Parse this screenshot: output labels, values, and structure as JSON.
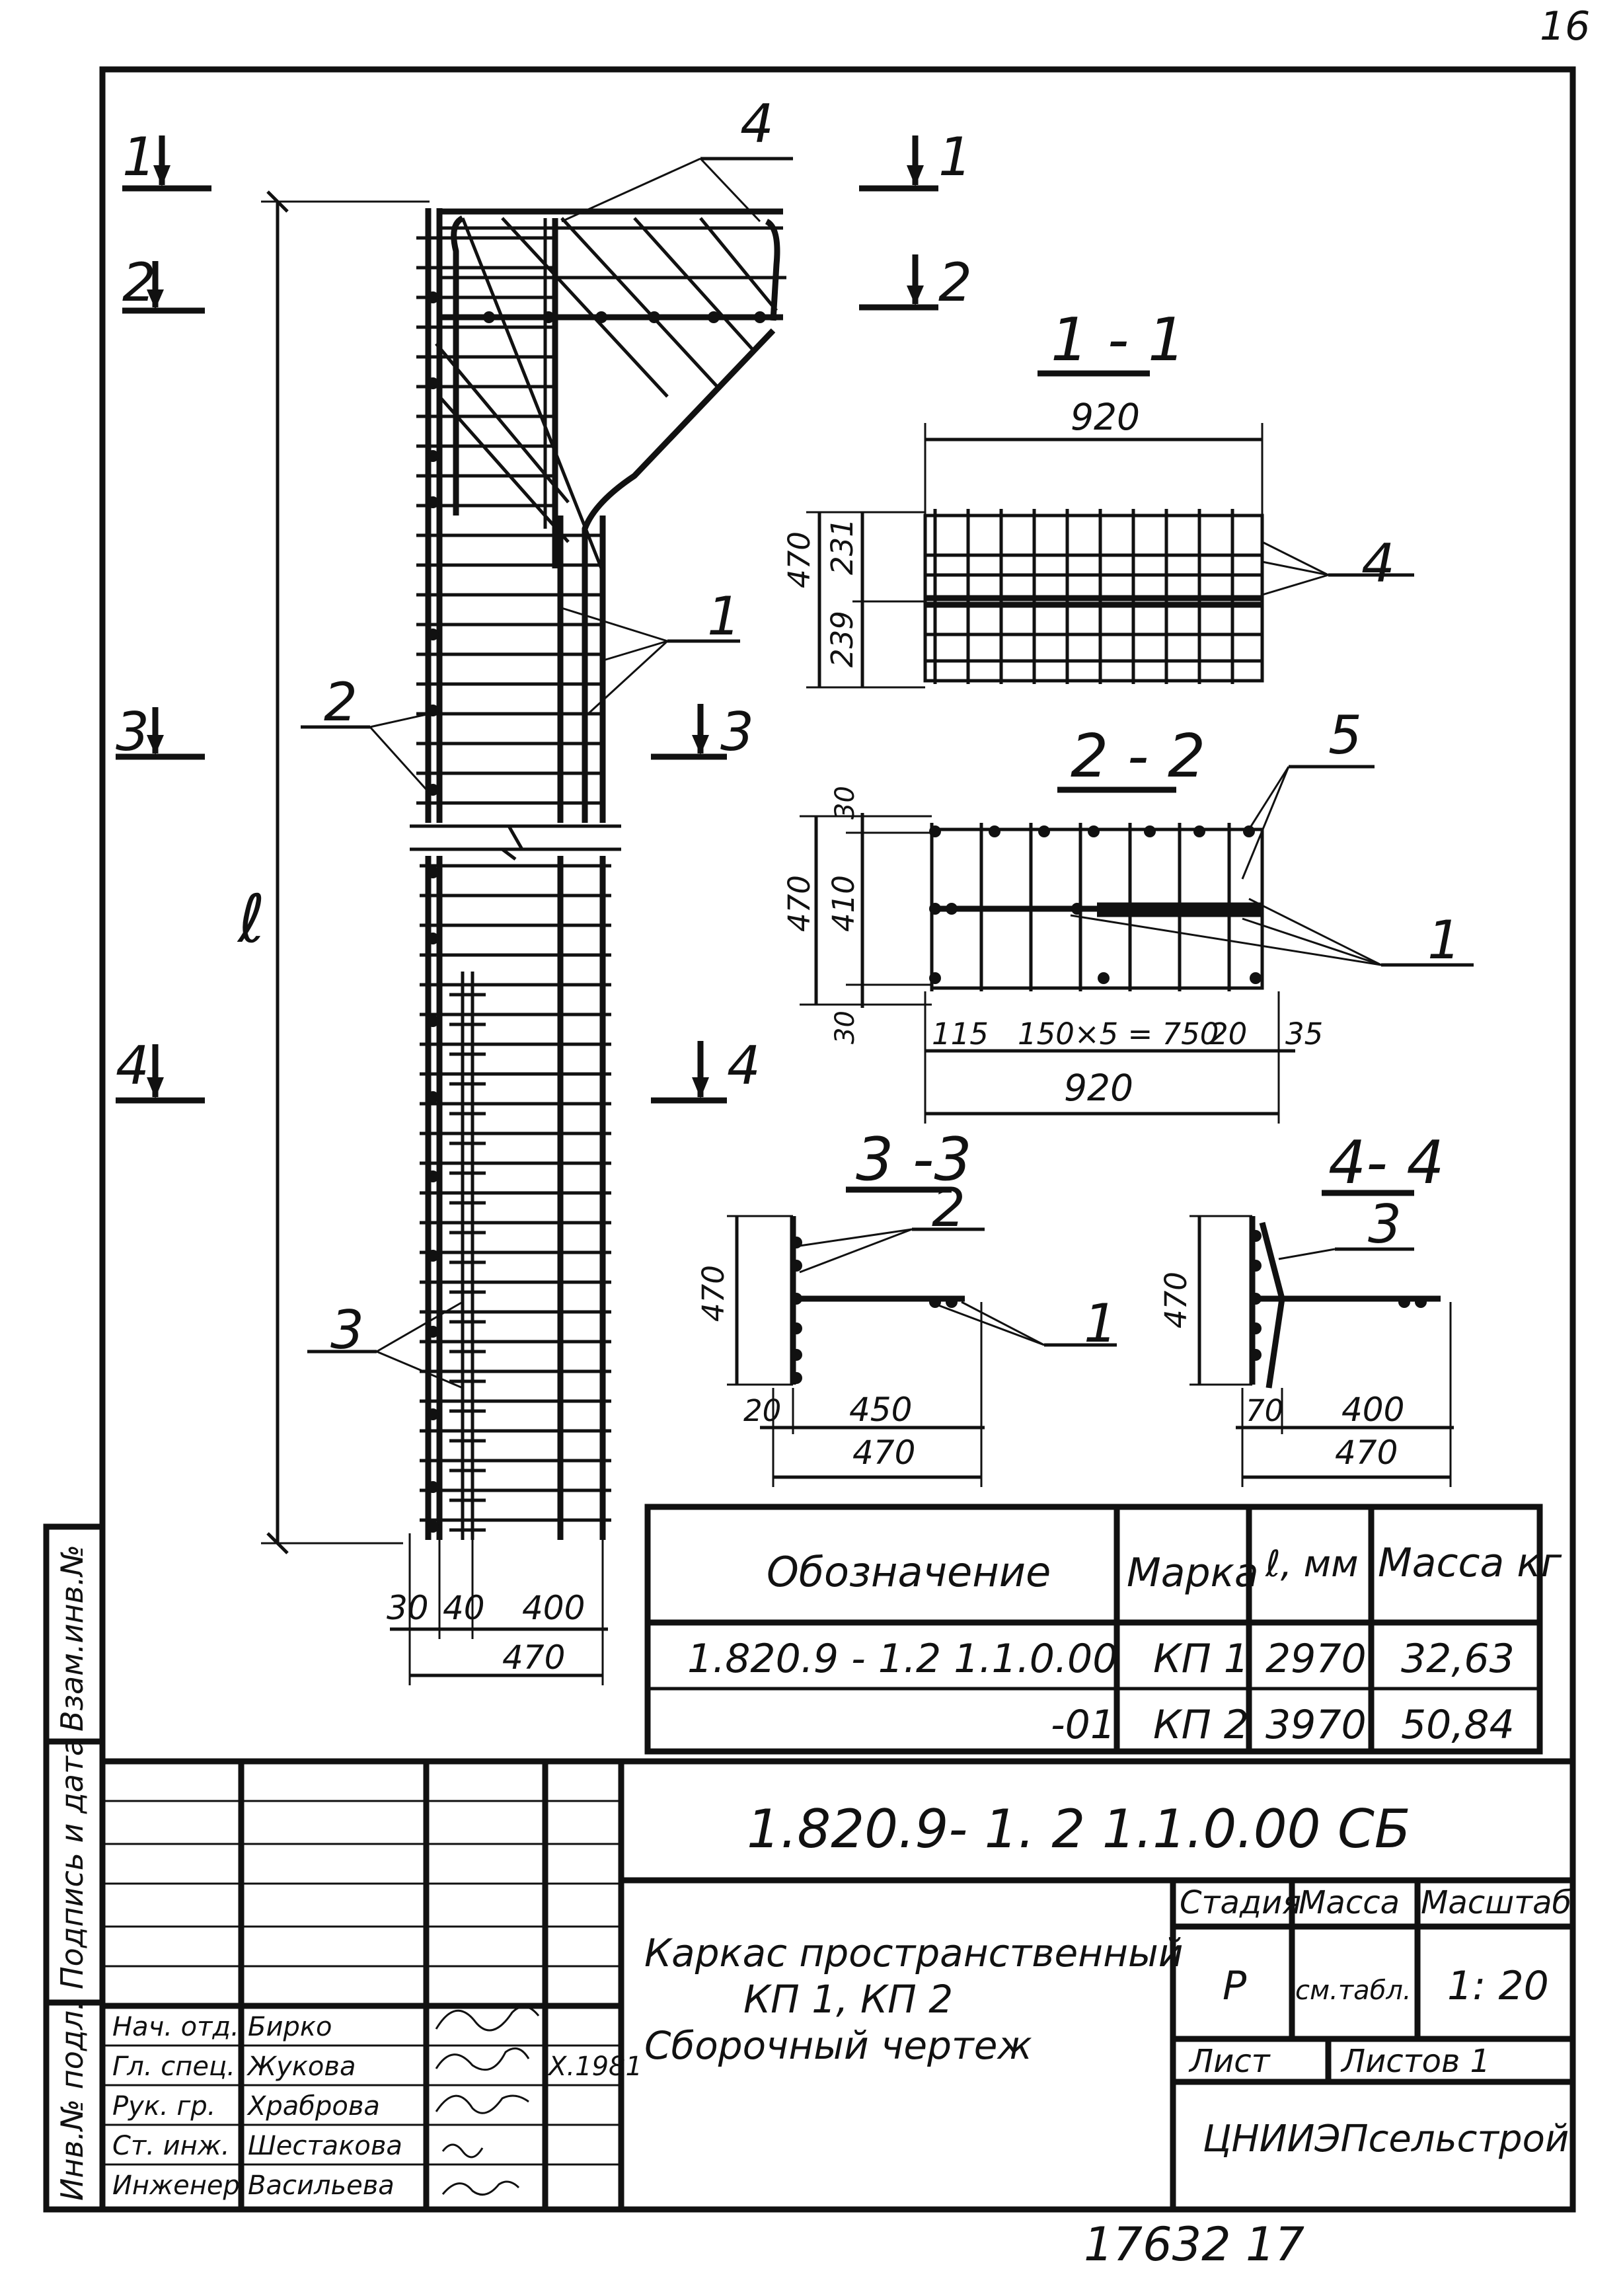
{
  "page_number": "16",
  "footer_number": "17632   17",
  "section_markers": {
    "s1_left": "1",
    "s1_right": "1",
    "s2_left": "2",
    "s2_right": "2",
    "s3_left": "3",
    "s3_right": "3",
    "s4_left": "4",
    "s4_right": "4"
  },
  "main_view": {
    "length_label": "ℓ",
    "callouts": {
      "c4": "4",
      "c1": "1",
      "c2": "2",
      "c3": "3"
    },
    "dims": {
      "d30": "30",
      "d40": "40",
      "d400": "400",
      "d470": "470"
    }
  },
  "section_1_1": {
    "title": "1 - 1",
    "width": "920",
    "h_total": "470",
    "h_top": "231",
    "h_bottom": "239",
    "callout": "4"
  },
  "section_2_2": {
    "title": "2 - 2",
    "callout_top": "5",
    "callout_right": "1",
    "h_total": "470",
    "h_mid": "410",
    "h_top": "30",
    "h_bottom": "30",
    "d115": "115",
    "d750": "150×5 = 750",
    "d20": "20",
    "d35": "35",
    "width": "920"
  },
  "section_3_3": {
    "title": "3 -3",
    "callout_top": "2",
    "callout_right": "1",
    "height": "470",
    "d20": "20",
    "d450": "450",
    "d470": "470"
  },
  "section_4_4": {
    "title": "4- 4",
    "callout": "3",
    "height": "470",
    "d70": "70",
    "d400": "400",
    "d470": "470"
  },
  "spec_table": {
    "headers": [
      "Обозначение",
      "Марка",
      "ℓ, мм",
      "Масса кг"
    ],
    "rows": [
      [
        "1.820.9 - 1.2  1.1.0.00",
        "КП 1",
        "2970",
        "32,63"
      ],
      [
        "-01",
        "КП 2",
        "3970",
        "50,84"
      ]
    ]
  },
  "side_strip": {
    "vzam": "Взам.инв.№",
    "podpis": "Подпись и дата",
    "inv": "Инв.№ подл."
  },
  "title_block": {
    "code": "1.820.9- 1. 2  1.1.0.00 СБ",
    "name_line1": "Каркас пространственный",
    "name_line2": "КП 1,   КП 2",
    "name_line3": "Сборочный  чертеж",
    "stage_label": "Стадия",
    "mass_label": "Масса",
    "scale_label": "Масштаб",
    "stage_value": "Р",
    "mass_value": "см.табл.",
    "scale_value": "1: 20",
    "sheet_label": "Лист",
    "sheets_label": "Листов 1",
    "org": "ЦНИИЭПсельстрой",
    "date": "Х.1981",
    "staff": [
      {
        "role": "Нач. отд.",
        "name": "Бирко"
      },
      {
        "role": "Гл. спец.",
        "name": "Жукова"
      },
      {
        "role": "Рук. гр.",
        "name": "Храброва"
      },
      {
        "role": "Ст. инж.",
        "name": "Шестакова"
      },
      {
        "role": "Инженер",
        "name": "Васильева"
      }
    ]
  }
}
